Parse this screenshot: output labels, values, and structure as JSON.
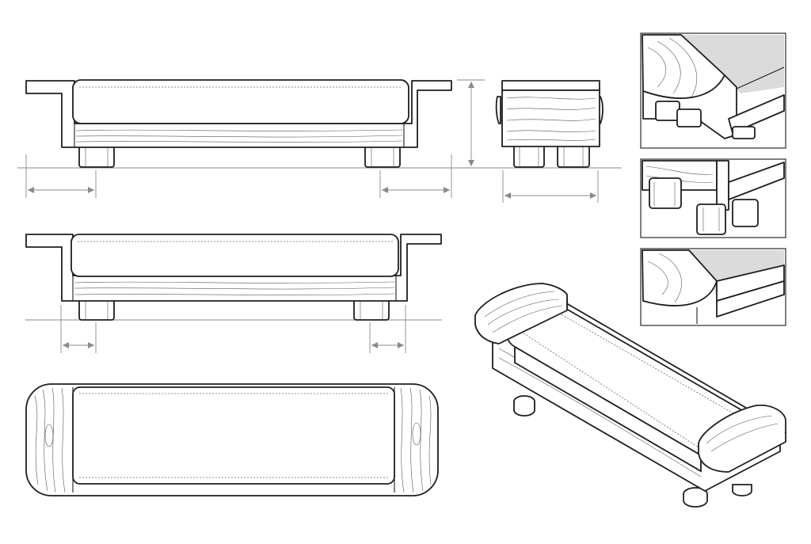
{
  "drawing": {
    "views": [
      {
        "id": "front-elevation"
      },
      {
        "id": "front-elevation-alt"
      },
      {
        "id": "side-elevation"
      },
      {
        "id": "top-plan"
      },
      {
        "id": "isometric"
      },
      {
        "id": "detail-1"
      },
      {
        "id": "detail-2"
      },
      {
        "id": "detail-3"
      }
    ],
    "colors": {
      "line": "#1e1e1e",
      "dimension": "#8a8a8a",
      "paper": "#ffffff",
      "foam": "#bdbdbd"
    }
  }
}
